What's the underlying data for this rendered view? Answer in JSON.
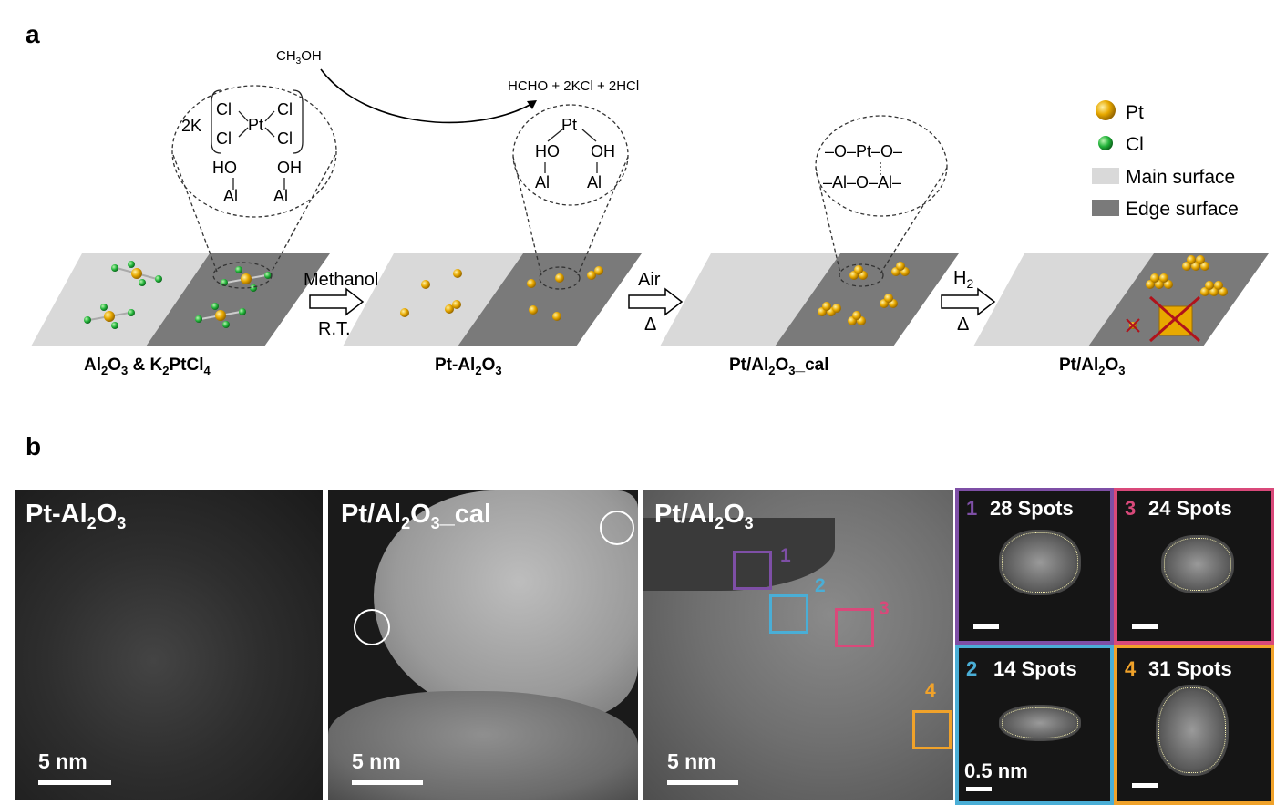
{
  "panel_a": {
    "letter": "a",
    "reagent_in": "CH3OH",
    "products": "HCHO + 2KCl + 2HCl",
    "inset1": {
      "counter": "2K",
      "center": "Pt",
      "ligand": "Cl",
      "hydroxyl": "HO",
      "hydroxyl2": "OH",
      "support": "Al"
    },
    "inset2": {
      "center": "Pt",
      "hydroxyl": "HO",
      "hydroxyl2": "OH",
      "support": "Al"
    },
    "inset3": {
      "row1": "–O–Pt–O–",
      "row2": "–Al–O–Al–"
    },
    "arrows": [
      {
        "top": "Methanol",
        "bottom": "R.T."
      },
      {
        "top": "Air",
        "bottom": "Δ"
      },
      {
        "top": "H2",
        "bottom": "Δ"
      }
    ],
    "captions": [
      "Al2O3 & K2PtCl4",
      "Pt-Al2O3",
      "Pt/Al2O3_cal",
      "Pt/Al2O3"
    ],
    "legend": [
      {
        "label": "Pt",
        "color": "#e8a900"
      },
      {
        "label": "Cl",
        "color": "#22b33a"
      },
      {
        "label": "Main surface",
        "color": "#d9d9d9"
      },
      {
        "label": "Edge surface",
        "color": "#7a7a7a"
      }
    ]
  },
  "panel_b": {
    "letter": "b",
    "images": [
      {
        "title": "Pt-Al2O3",
        "scale": "5 nm"
      },
      {
        "title": "Pt/Al2O3_cal",
        "scale": "5 nm"
      },
      {
        "title": "Pt/Al2O3",
        "scale": "5 nm"
      }
    ],
    "regions": [
      {
        "number": "1",
        "color": "#7e4fa6",
        "spots": "28 Spots"
      },
      {
        "number": "2",
        "color": "#4aaed6",
        "spots": "14 Spots"
      },
      {
        "number": "3",
        "color": "#d9497a",
        "spots": "24 Spots"
      },
      {
        "number": "4",
        "color": "#f0a22a",
        "spots": "31 Spots"
      }
    ],
    "zoom_scale": "0.5 nm"
  }
}
